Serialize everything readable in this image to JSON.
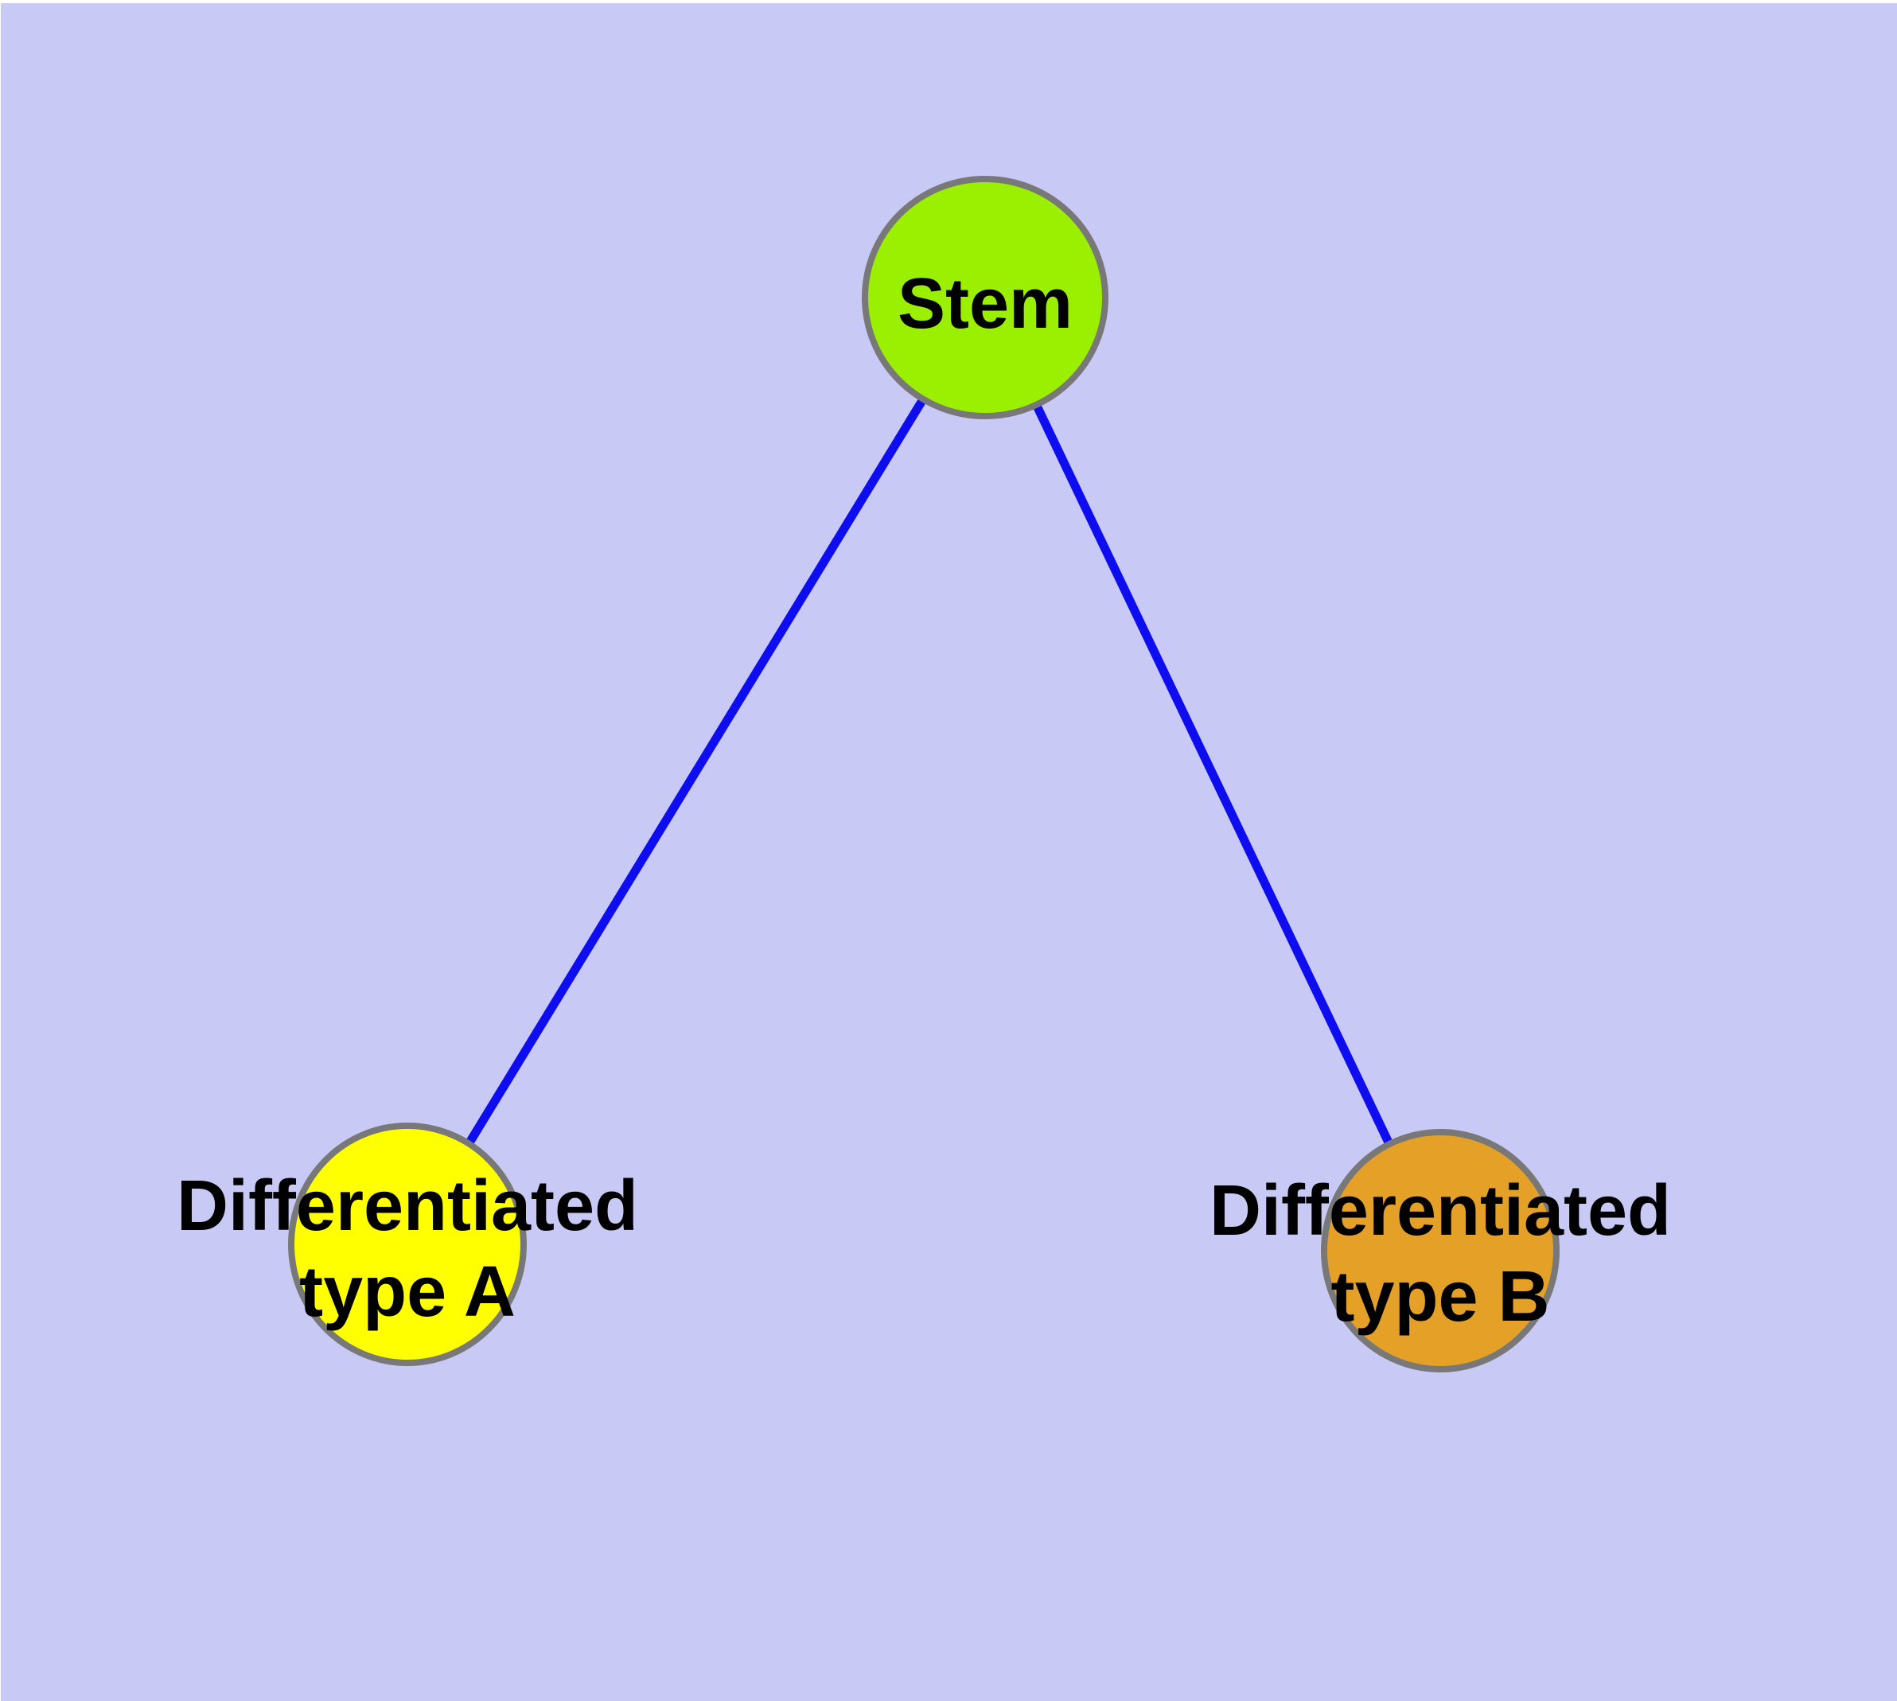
{
  "diagram": {
    "background_color": "#c9c9f5",
    "page_margin_color": "#ffffff",
    "edge_color": "#0d0df0",
    "node_border_color": "#787878",
    "label_color": "#000000",
    "nodes": [
      {
        "id": "stem",
        "label": "Stem",
        "fill": "#9bef00"
      },
      {
        "id": "differentiated-type-a",
        "label_line1": "Differentiated",
        "label_line2": "type A",
        "fill": "#ffff00"
      },
      {
        "id": "differentiated-type-b",
        "label_line1": "Differentiated",
        "label_line2": "type B",
        "fill": "#e5a127"
      }
    ],
    "edges": [
      {
        "from": "stem",
        "to": "differentiated-type-a"
      },
      {
        "from": "stem",
        "to": "differentiated-type-b"
      }
    ]
  }
}
